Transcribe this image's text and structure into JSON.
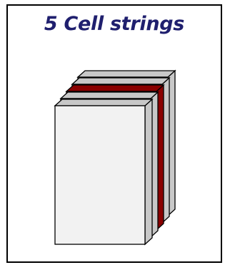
{
  "title": "5 Cell strings",
  "title_color": "#1f1f6e",
  "cell_count": 5,
  "highlighted_cell_index": 2,
  "colors": {
    "cell_face": "#f2f2f2",
    "cell_side": "#c8c8c8",
    "highlight_face": "#d90000",
    "highlight_side": "#8a0000",
    "outline": "#000000"
  }
}
